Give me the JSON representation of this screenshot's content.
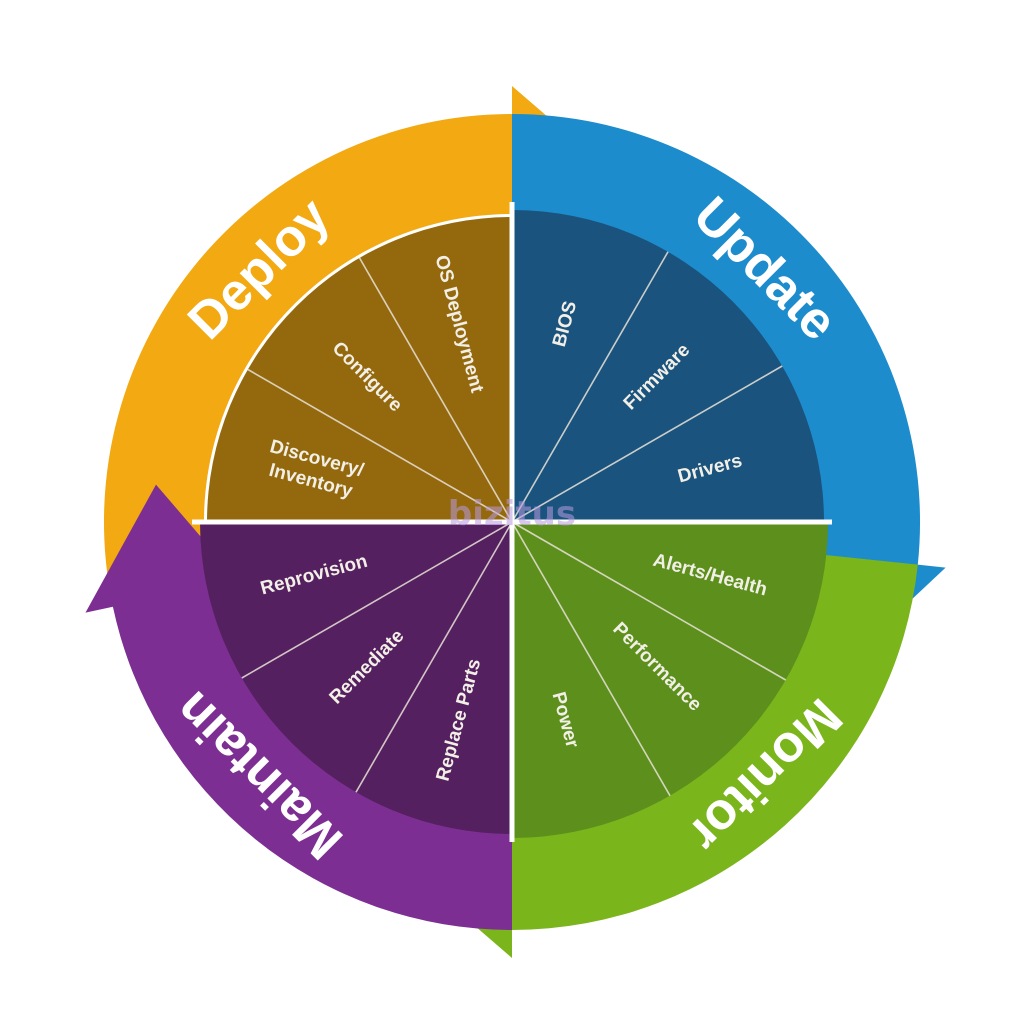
{
  "phases": [
    {
      "id": "deploy",
      "label": "Deploy",
      "ring_color": "#f2a912",
      "wedge_color": "#94690e",
      "items": [
        "Discovery/ Inventory",
        "Configure",
        "OS Deployment"
      ]
    },
    {
      "id": "update",
      "label": "Update",
      "ring_color": "#1d8ccd",
      "wedge_color": "#1a537d",
      "items": [
        "BIOS",
        "Firmware",
        "Drivers"
      ]
    },
    {
      "id": "monitor",
      "label": "Monitor",
      "ring_color": "#7bb51c",
      "wedge_color": "#5c8f1c",
      "items": [
        "Alerts/Health",
        "Performance",
        "Power"
      ]
    },
    {
      "id": "maintain",
      "label": "Maintain",
      "ring_color": "#7d2e93",
      "wedge_color": "#54205f",
      "items": [
        "Replace Parts",
        "Remediate",
        "Reprovision"
      ]
    }
  ],
  "watermark": "bizitus"
}
